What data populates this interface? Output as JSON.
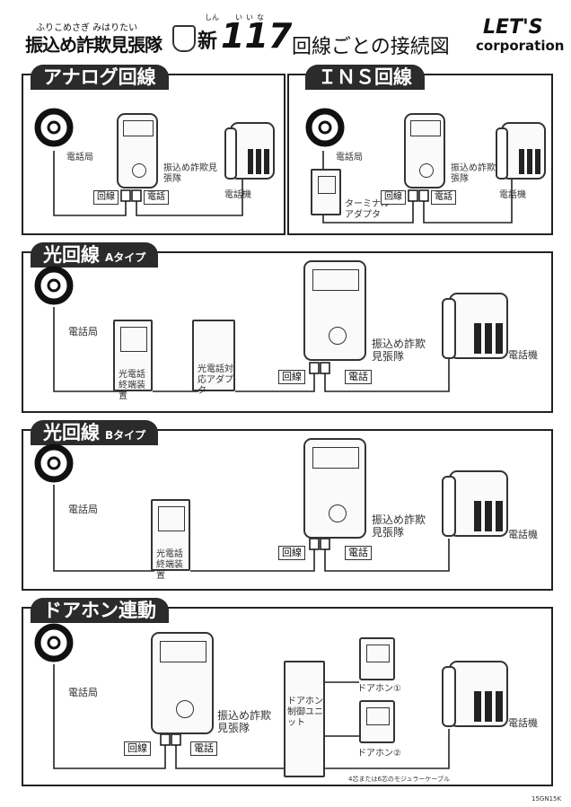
{
  "header": {
    "kana": "ふりこめさぎ みはりたい",
    "brand": "振込め詐欺見張隊",
    "shin_ruby": "しん",
    "number_ruby": "いいな",
    "shin": "新",
    "number": "117",
    "diagram_title": "回線ごとの接続図",
    "company_line1": "LET'S",
    "company_line2": "corporation"
  },
  "labels": {
    "station": "電話局",
    "unit": "振込め詐欺見張隊",
    "line": "回線",
    "phone_port": "電話",
    "phone": "電話機",
    "terminal_adapter": "ターミナルアダプタ",
    "optical_terminal": "光電話終端装置",
    "optical_adapter": "光電話対応アダプタ",
    "doorphone_unit": "ドアホン制御ユニット",
    "doorphone_1": "ドアホン①",
    "doorphone_2": "ドアホン②",
    "cable_note": "4芯または6芯のモジュラーケーブル",
    "footer_code": "15GN15K"
  },
  "sections": {
    "analog": {
      "title": "アナログ回線"
    },
    "ins": {
      "title": "ＩＮＳ回線"
    },
    "hikari_a": {
      "title": "光回線",
      "subtitle": "Aタイプ"
    },
    "hikari_b": {
      "title": "光回線",
      "subtitle": "Bタイプ"
    },
    "door": {
      "title": "ドアホン連動"
    }
  }
}
